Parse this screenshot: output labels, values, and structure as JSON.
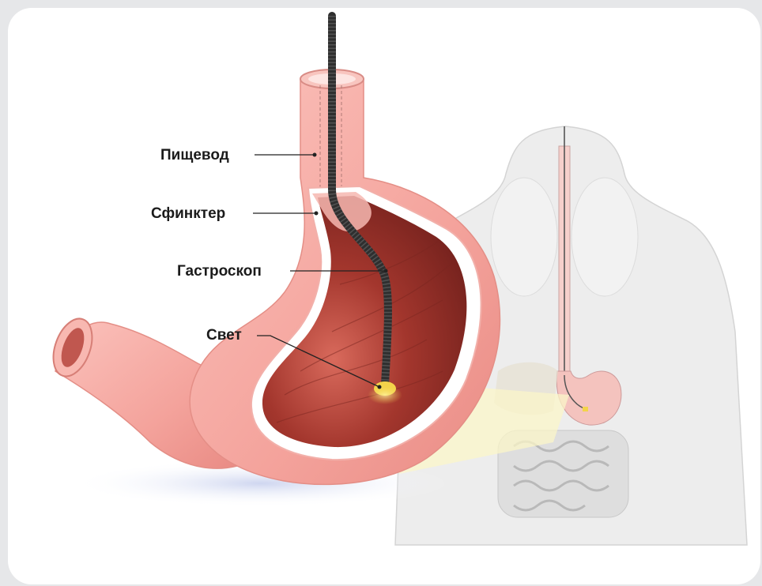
{
  "labels": {
    "esophagus": "Пищевод",
    "sphincter": "Сфинктер",
    "gastroscope": "Гастроскоп",
    "light": "Свет"
  },
  "colors": {
    "background": "#e6e7e9",
    "card": "#ffffff",
    "stomach_outer": "#f7a9a3",
    "stomach_inner": "#8a2b24",
    "scope": "#3a3a3a",
    "light": "#f3d34a",
    "body_silhouette": "#ececec"
  }
}
